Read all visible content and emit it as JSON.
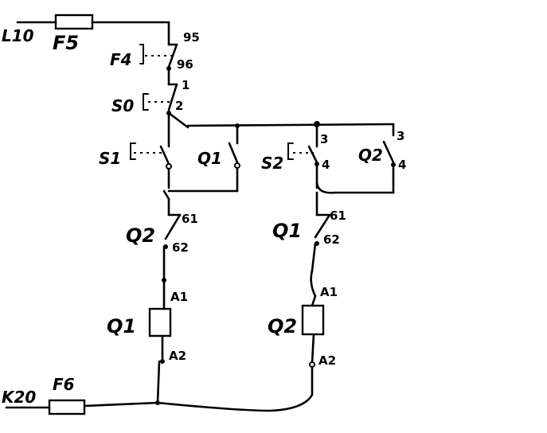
{
  "labels": {
    "l10": "L10",
    "f5": "F5",
    "f4": "F4",
    "s0": "S0",
    "s1": "S1",
    "s2": "S2",
    "q1_contact": "Q1",
    "q2_contact": "Q2",
    "q2_interlock_left": "Q2",
    "q1_interlock_right": "Q1",
    "q1_coil": "Q1",
    "q2_coil": "Q2",
    "f6": "F6",
    "k20": "K20"
  },
  "terminals": {
    "f4_95": "95",
    "f4_96": "96",
    "s0_1": "1",
    "s0_2": "2",
    "s2_3": "3",
    "s2_4": "4",
    "q2_3": "3",
    "q2_4": "4",
    "left_61": "61",
    "left_62": "62",
    "right_61": "61",
    "right_62": "62",
    "left_a1": "A1",
    "left_a2": "A2",
    "right_a1": "A1",
    "right_a2": "A2"
  }
}
